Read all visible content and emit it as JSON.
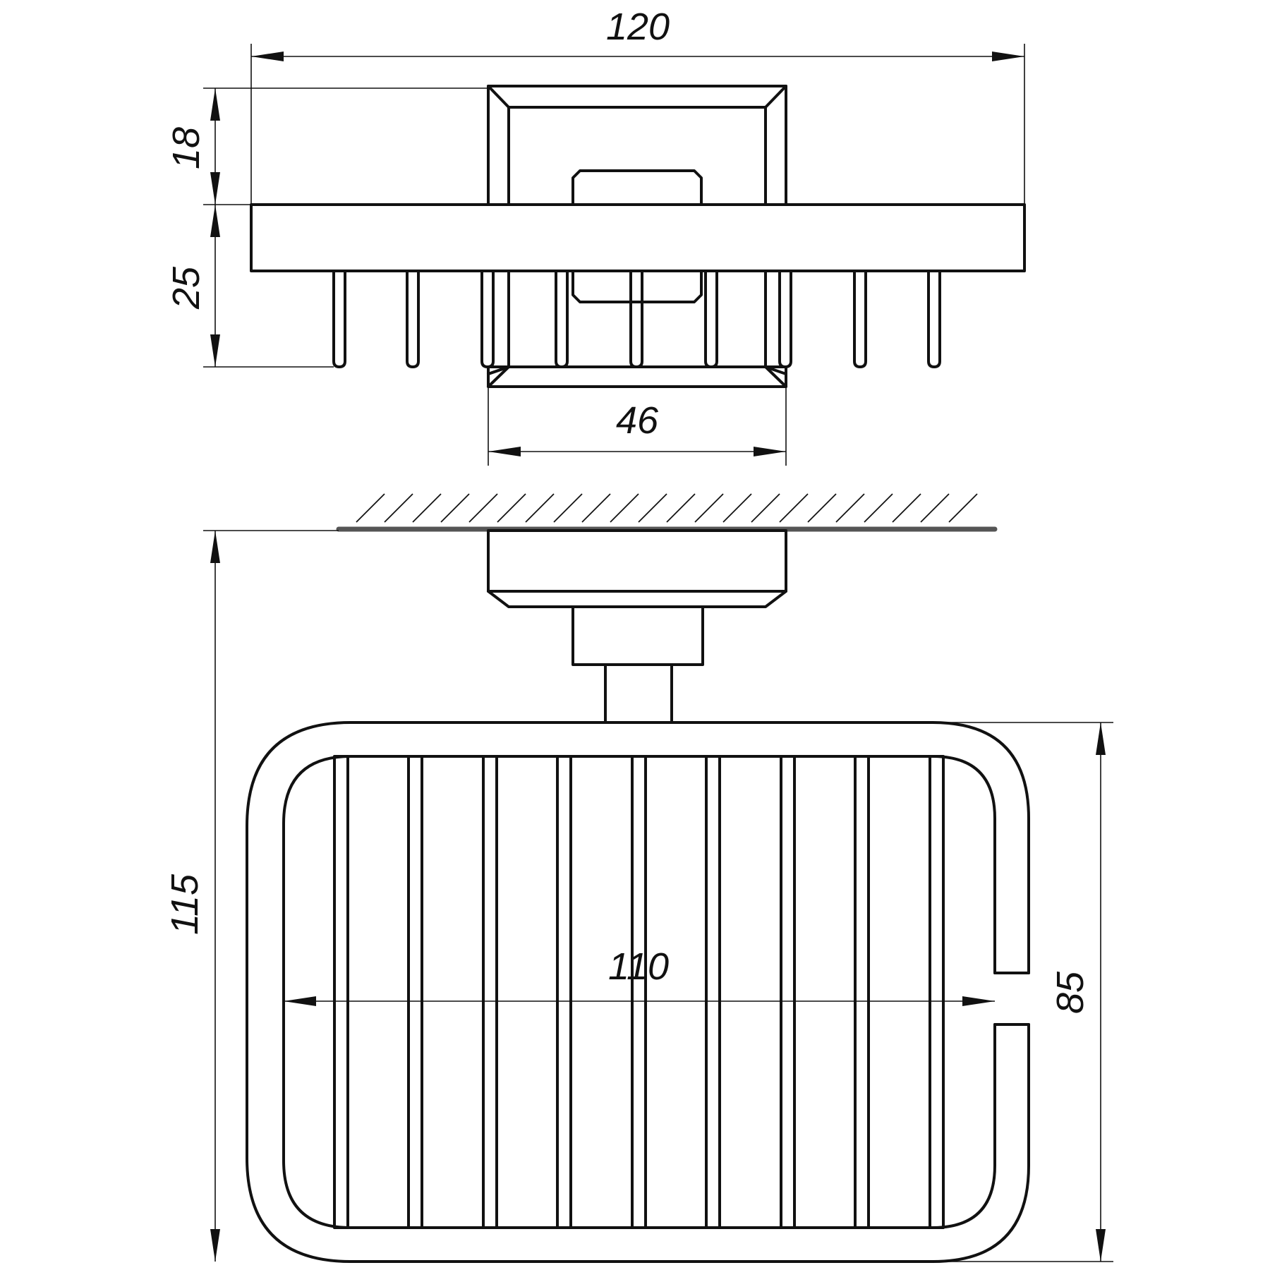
{
  "dimensions": {
    "overall_width": "120",
    "mount_height": "18",
    "basket_height": "25",
    "mount_width": "46",
    "overall_depth": "115",
    "inner_width": "110",
    "basket_depth": "85"
  }
}
